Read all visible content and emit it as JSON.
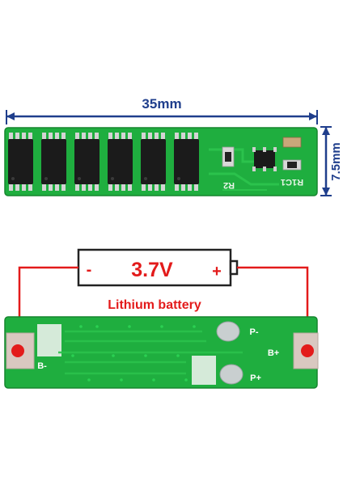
{
  "dimensions": {
    "width_label": "35mm",
    "height_label": "7.5mm"
  },
  "top_board": {
    "chip_count": 6,
    "labels": {
      "r2": "R2",
      "ric1": "R1C1"
    }
  },
  "battery": {
    "minus": "-",
    "voltage": "3.7V",
    "plus": "+",
    "caption": "Lithium battery"
  },
  "bottom_board": {
    "pads": {
      "b_minus": "B-",
      "p_minus": "P-",
      "b_plus": "B+",
      "p_plus": "P+"
    }
  },
  "colors": {
    "pcb_green": "#1fae3f",
    "pcb_dark": "#178a34",
    "dimension_blue": "#1f3e8c",
    "wire_red": "#e31b1b",
    "voltage_red": "#e31b1b"
  }
}
